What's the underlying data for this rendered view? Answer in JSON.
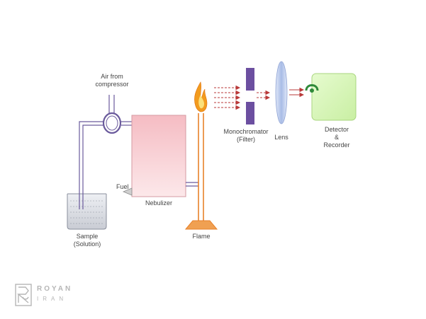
{
  "labels": {
    "air": [
      "Air from",
      "compressor"
    ],
    "fuel": "Fuel",
    "nebulizer": "Nebulizer",
    "sample": [
      "Sample",
      "(Solution)"
    ],
    "flame": "Flame",
    "monochromator": [
      "Monochromator",
      "(Filter)"
    ],
    "lens": "Lens",
    "detector": [
      "Detector",
      "&",
      "Recorder"
    ]
  },
  "logo": {
    "word1": "ROYAN",
    "word2": "IRAN"
  },
  "colors": {
    "tube": "#6a5a9c",
    "nebulizer_top": "#f6c6cc",
    "nebulizer_bottom": "#fbe4e6",
    "burner": "#e8822a",
    "flame": "#f29b1e",
    "filter": "#6c4fa0",
    "lens": "#b8c7ea",
    "detector": "#d4f5b3",
    "ray": "#b93a3a",
    "sensor": "#2f8a3a",
    "logo": "#b6b6b6"
  }
}
